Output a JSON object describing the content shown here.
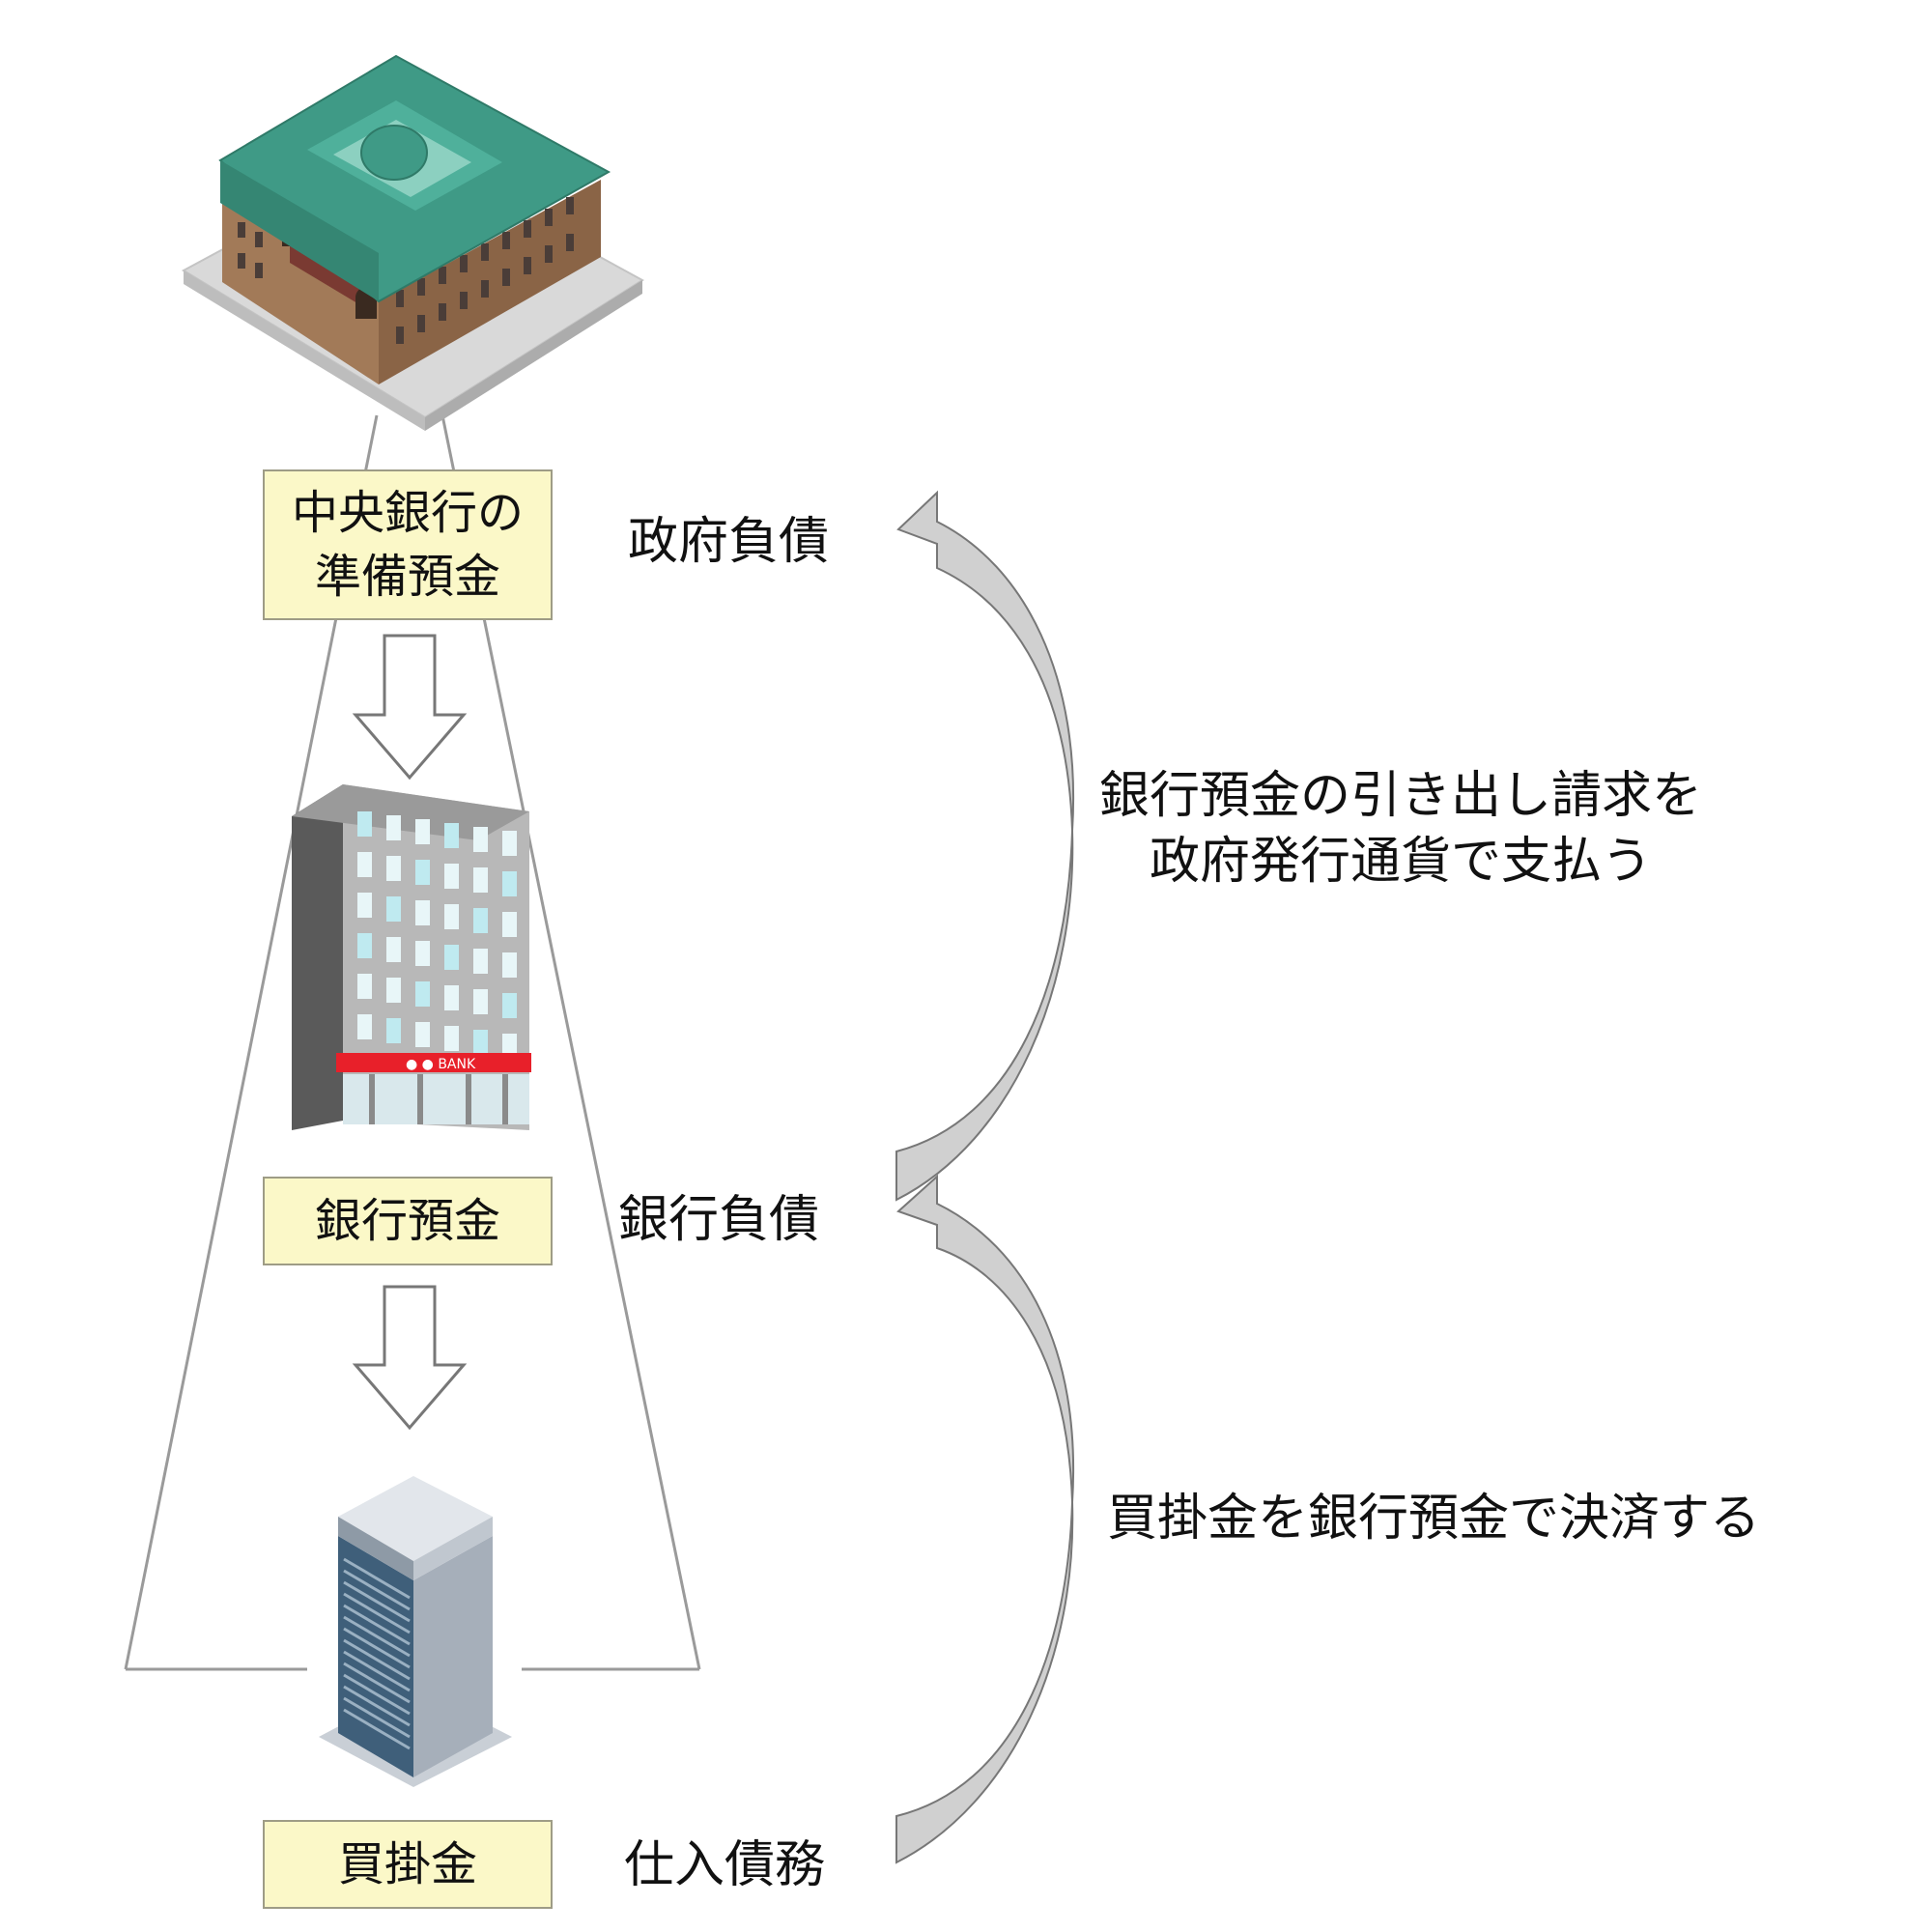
{
  "levels": [
    {
      "box_lines": [
        "中央銀行の",
        "準備預金"
      ],
      "liability": "政府負債"
    },
    {
      "box_lines": [
        "銀行預金"
      ],
      "liability": "銀行負債"
    },
    {
      "box_lines": [
        "買掛金"
      ],
      "liability": "仕入債務"
    }
  ],
  "transitions": [
    {
      "description_lines": [
        "銀行預金の引き出し請求を",
        "政府発行通貨で支払う"
      ]
    },
    {
      "description_lines": [
        "買掛金を銀行預金で決済する"
      ]
    }
  ],
  "bank_sign": "● ● BANK",
  "icons": [
    "central-bank-building-icon",
    "commercial-bank-building-icon",
    "company-office-building-icon"
  ],
  "colors": {
    "box_fill": "#fbf8c8",
    "box_border": "#9e9c86",
    "outline_gray": "#9a9a9a",
    "curved_arrow_fill": "#d0d0d0",
    "bank_sign_red": "#e8202a",
    "roof_green": "#3f9a86",
    "brick_brown": "#a27a58"
  }
}
